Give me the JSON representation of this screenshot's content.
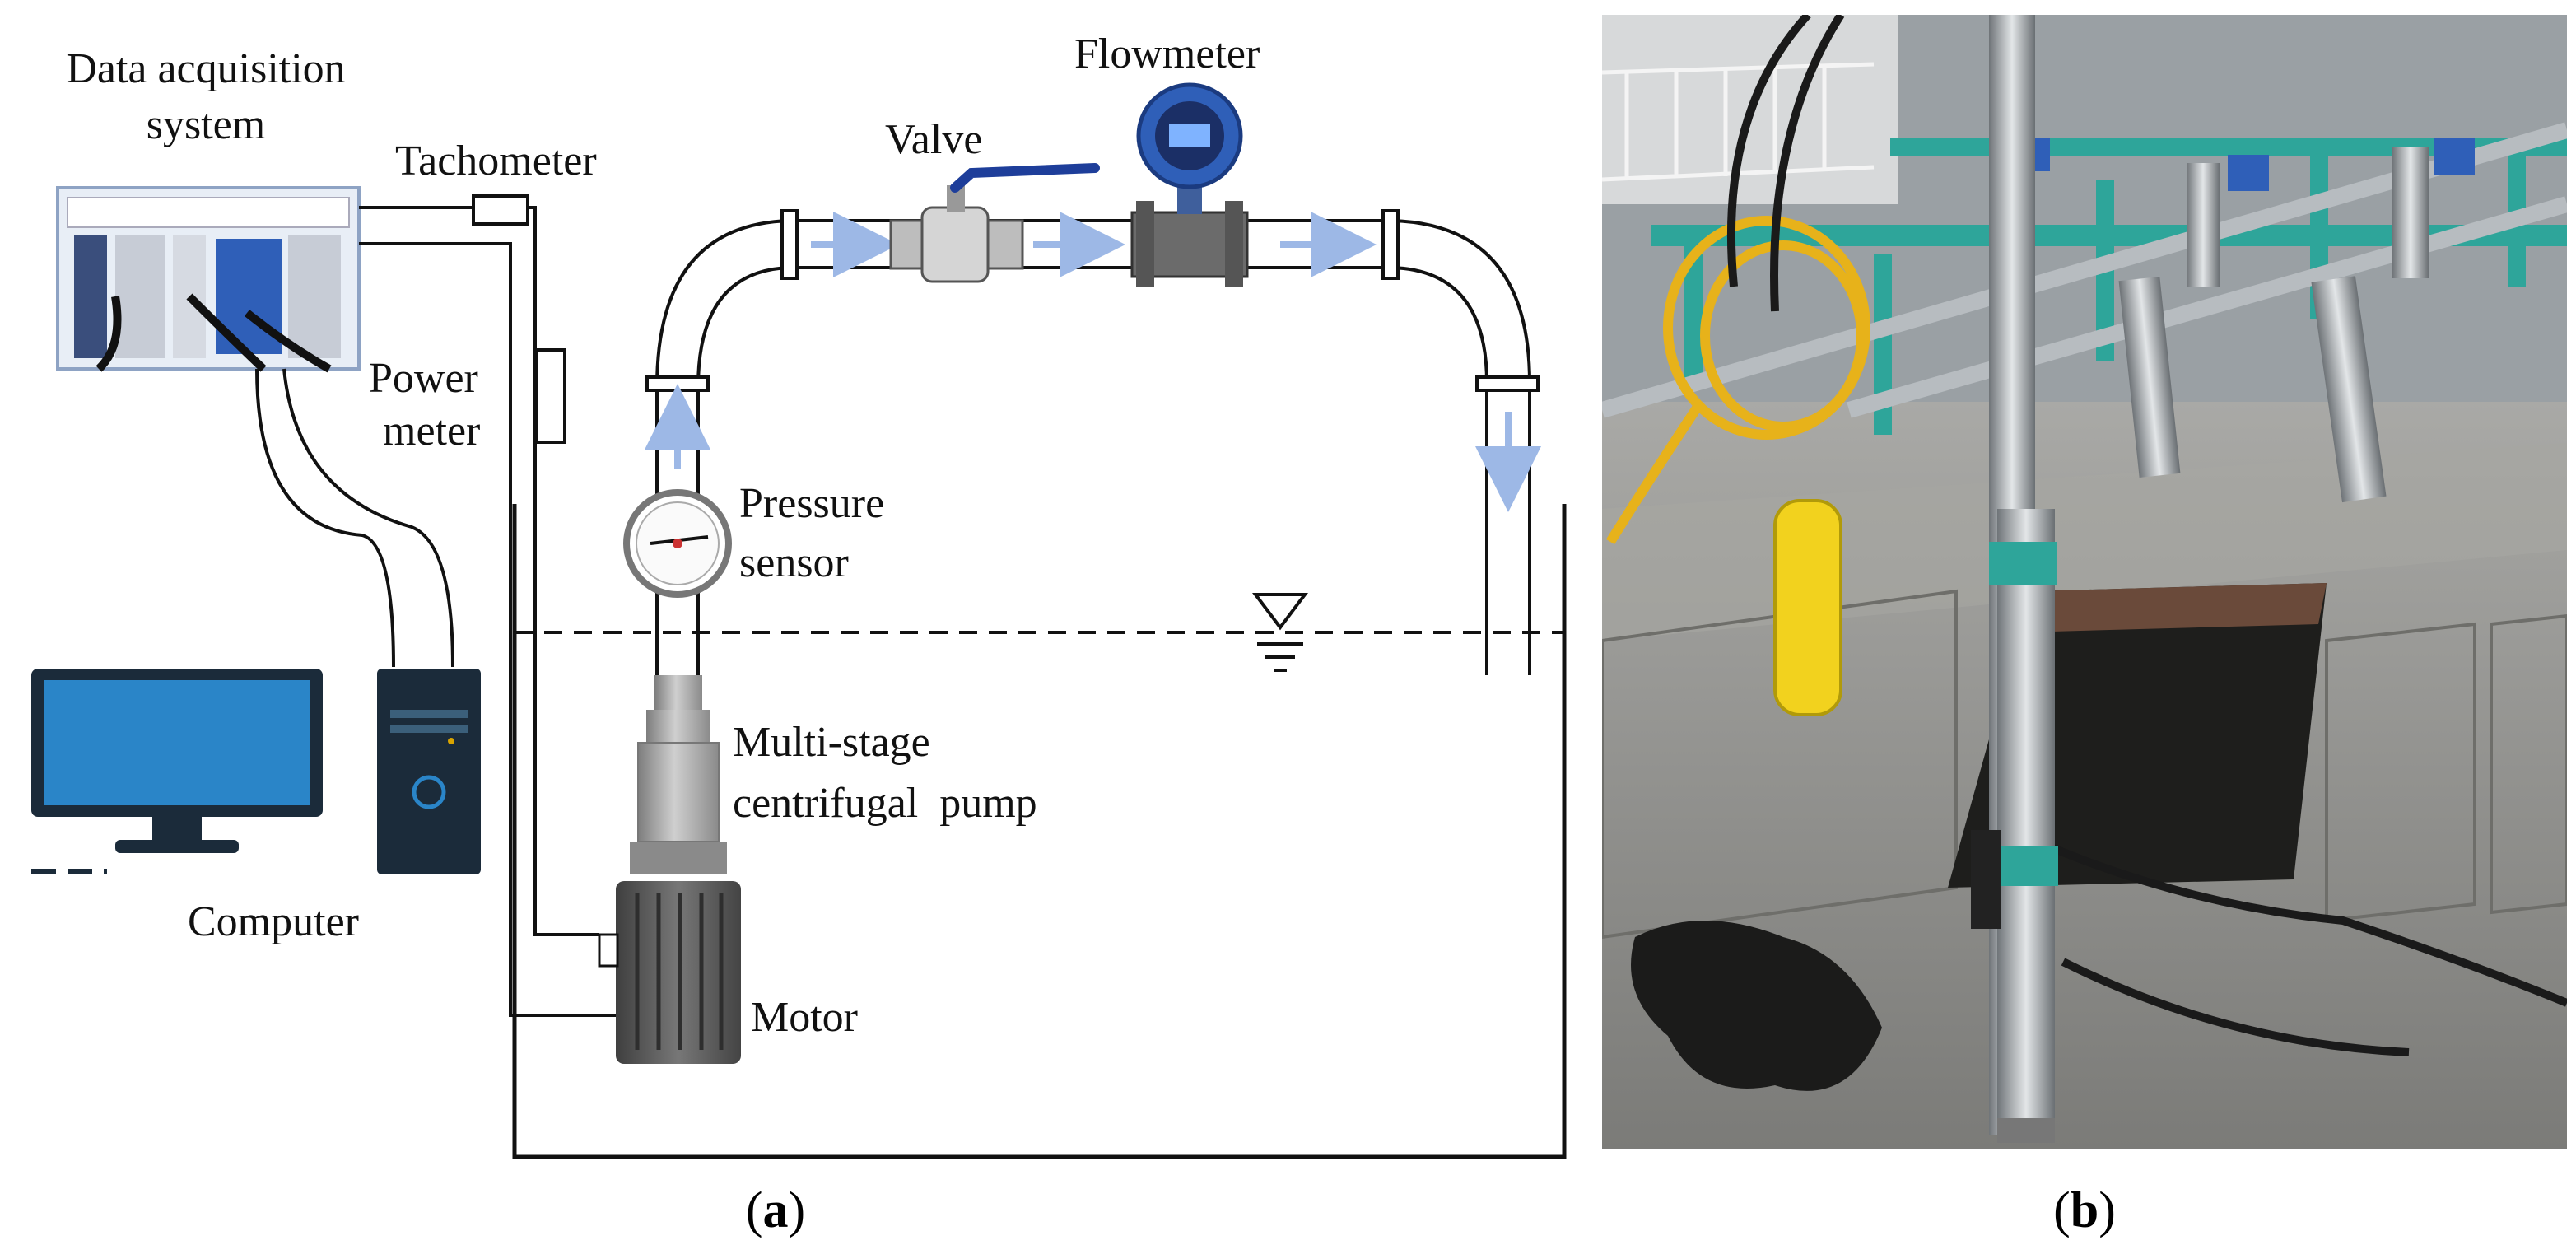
{
  "panel_a": {
    "labels": {
      "data_acquisition": [
        "Data acquisition",
        "system"
      ],
      "tachometer": "Tachometer",
      "power_meter": [
        "Power",
        "meter"
      ],
      "valve": "Valve",
      "flowmeter": "Flowmeter",
      "pressure_sensor": [
        "Pressure",
        "sensor"
      ],
      "pump": [
        "Multi-stage",
        "centrifugal  pump"
      ],
      "computer": "Computer",
      "motor": "Motor"
    },
    "caption_open": "(",
    "caption_letter": "a",
    "caption_close": ")"
  },
  "panel_b": {
    "caption_open": "(",
    "caption_letter": "b",
    "caption_close": ")"
  },
  "colors": {
    "flow_arrow": "#9db8e6",
    "device_blue": "#2f5fb8",
    "pump_grey": "#9b9b9b",
    "motor_dark": "#5a5a5a",
    "monitor_blue": "#2a85c8",
    "photo_floor": "#8c8c8c",
    "cable_yellow": "#e7b21a",
    "frame_teal": "#2ea59a"
  }
}
